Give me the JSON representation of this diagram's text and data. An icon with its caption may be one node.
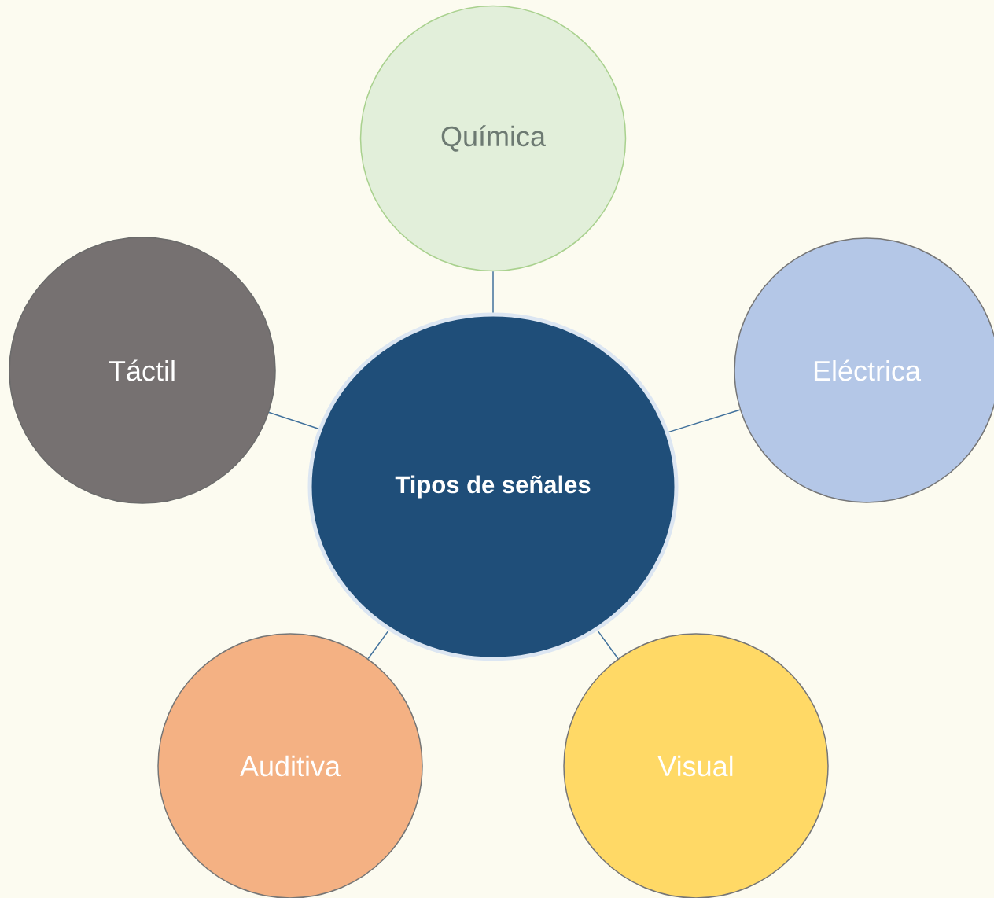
{
  "diagram": {
    "nodes": [
      {
        "text": [
          "Tipos de señales"
        ]
      },
      {
        "text": [
          "Química"
        ]
      },
      {
        "text": [
          "Táctil"
        ]
      },
      {
        "text": [
          "Eléctrica"
        ]
      },
      {
        "text": [
          "Auditiva"
        ]
      },
      {
        "text": [
          "Visual"
        ]
      }
    ],
    "edges": [
      {
        "from": 0,
        "to": 1,
        "arrow": "none"
      },
      {
        "from": 0,
        "to": 2,
        "arrow": "none"
      },
      {
        "from": 0,
        "to": 3,
        "arrow": "none"
      },
      {
        "from": 0,
        "to": 4,
        "arrow": "none"
      },
      {
        "from": 0,
        "to": 5,
        "arrow": "none"
      }
    ]
  }
}
